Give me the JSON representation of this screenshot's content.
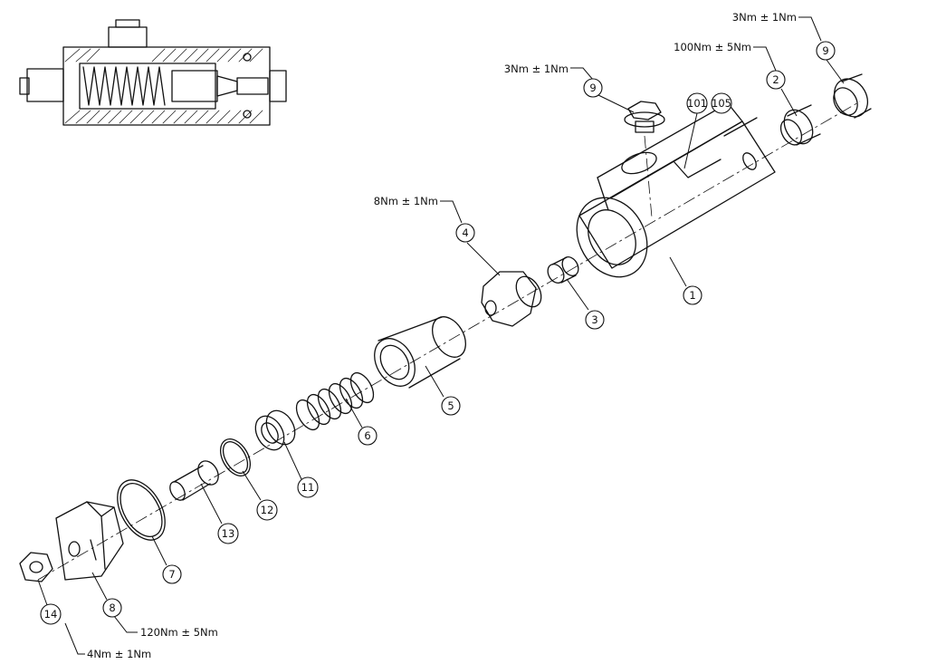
{
  "callouts": [
    {
      "label": "9"
    },
    {
      "label": "101"
    },
    {
      "label": "105"
    },
    {
      "label": "2"
    },
    {
      "label": "9"
    },
    {
      "label": "4"
    },
    {
      "label": "3"
    },
    {
      "label": "1"
    },
    {
      "label": "5"
    },
    {
      "label": "6"
    },
    {
      "label": "11"
    },
    {
      "label": "12"
    },
    {
      "label": "13"
    },
    {
      "label": "7"
    },
    {
      "label": "8"
    },
    {
      "label": "14"
    }
  ],
  "torques": [
    {
      "label": "3Nm ± 1Nm"
    },
    {
      "label": "100Nm ± 5Nm"
    },
    {
      "label": "3Nm ± 1Nm"
    },
    {
      "label": "8Nm ± 1Nm"
    },
    {
      "label": "120Nm ± 5Nm"
    },
    {
      "label": "4Nm ± 1Nm"
    }
  ]
}
